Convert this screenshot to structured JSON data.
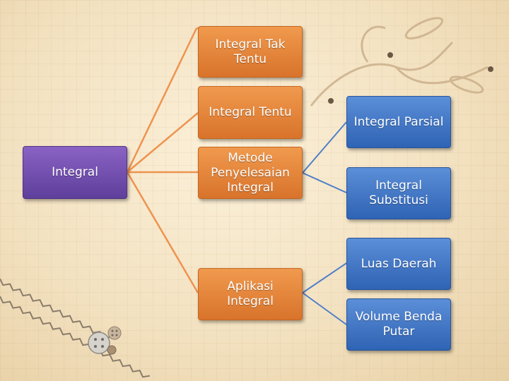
{
  "diagram": {
    "root": {
      "label": "Integral"
    },
    "level1": [
      {
        "label": "Integral Tak Tentu"
      },
      {
        "label": "Integral Tentu"
      },
      {
        "label": "Metode Penyelesaian Integral"
      },
      {
        "label": "Aplikasi Integral"
      }
    ],
    "level2": [
      {
        "label": "Integral Parsial"
      },
      {
        "label": "Integral Substitusi"
      },
      {
        "label": "Luas Daerah"
      },
      {
        "label": "Volume Benda Putar"
      }
    ]
  },
  "colors": {
    "root_fill": "#6f4db0",
    "level1_fill": "#e8853b",
    "level2_fill": "#3f74c4",
    "connector_level1": "#ee9350",
    "connector_level2": "#4f7fc9",
    "background": "#f6e7c9"
  }
}
